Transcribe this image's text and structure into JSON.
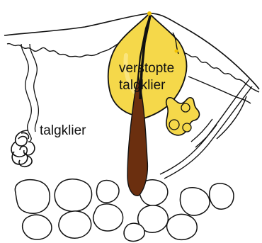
{
  "labels": {
    "blocked_gland_line1": "verstopte",
    "blocked_gland_line2": "talgklier",
    "gland": "talgklier"
  },
  "colors": {
    "gland_fill": "#f5d84a",
    "gland_fill_light": "#fbe88a",
    "hair_shaft": "#6b2f0f",
    "hair_root": "#7a3a12",
    "outline": "#111111",
    "pore_dot": "#f2c200"
  }
}
